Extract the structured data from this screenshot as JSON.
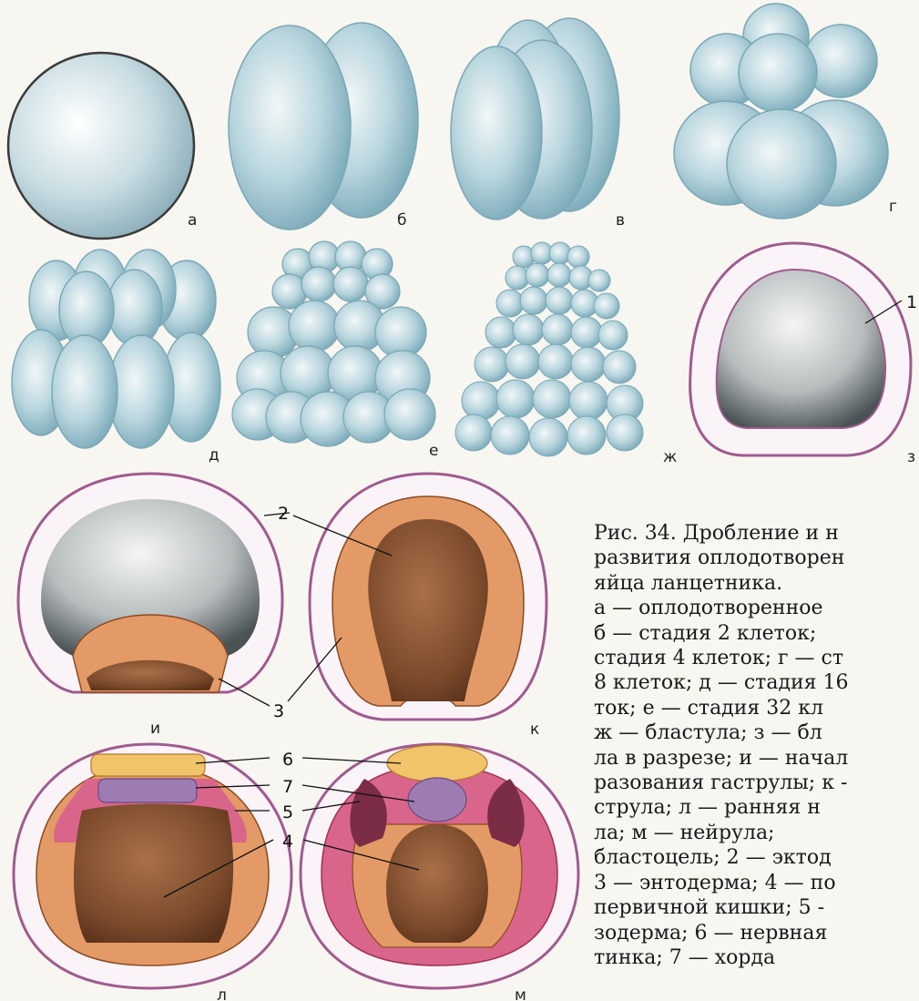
{
  "figure": {
    "stage_letters": [
      "а",
      "б",
      "в",
      "г",
      "д",
      "е",
      "ж",
      "з",
      "и",
      "к",
      "л",
      "м"
    ],
    "callouts": [
      "1",
      "2",
      "3",
      "4",
      "5",
      "6",
      "7"
    ],
    "colors": {
      "cell_blue": "#9cc3cf",
      "cell_blue_dark": "#6f9fae",
      "ectoderm_outline": "#a05a8f",
      "endoderm_orange": "#e49a66",
      "cavity_brown": "#7a4a2c",
      "neural_yellow": "#f2c46a",
      "notochord_purple": "#9d7bb3",
      "mesoderm_pink": "#d9668a"
    }
  },
  "caption": {
    "lines": [
      "Рис. 34. Дробление и н",
      "развития   оплодотворен",
      "яйца ланцетника.",
      "а — оплодотворенное",
      "б — стадия 2 клеток;",
      "стадия 4 клеток; г — ст",
      "8 клеток; д — стадия 16",
      "ток; е — стадия 32 кл",
      "ж — бластула; з — бл",
      "ла в разрезе; и — начал",
      "разования гаструлы; к -",
      "струла; л — ранняя н",
      "ла; м — нейрула;",
      "бластоцель; 2 — эктод",
      "3 — энтодерма; 4 — по",
      "первичной кишки; 5 -",
      "зодерма; 6 — нервная",
      "тинка; 7 — хорда"
    ]
  }
}
